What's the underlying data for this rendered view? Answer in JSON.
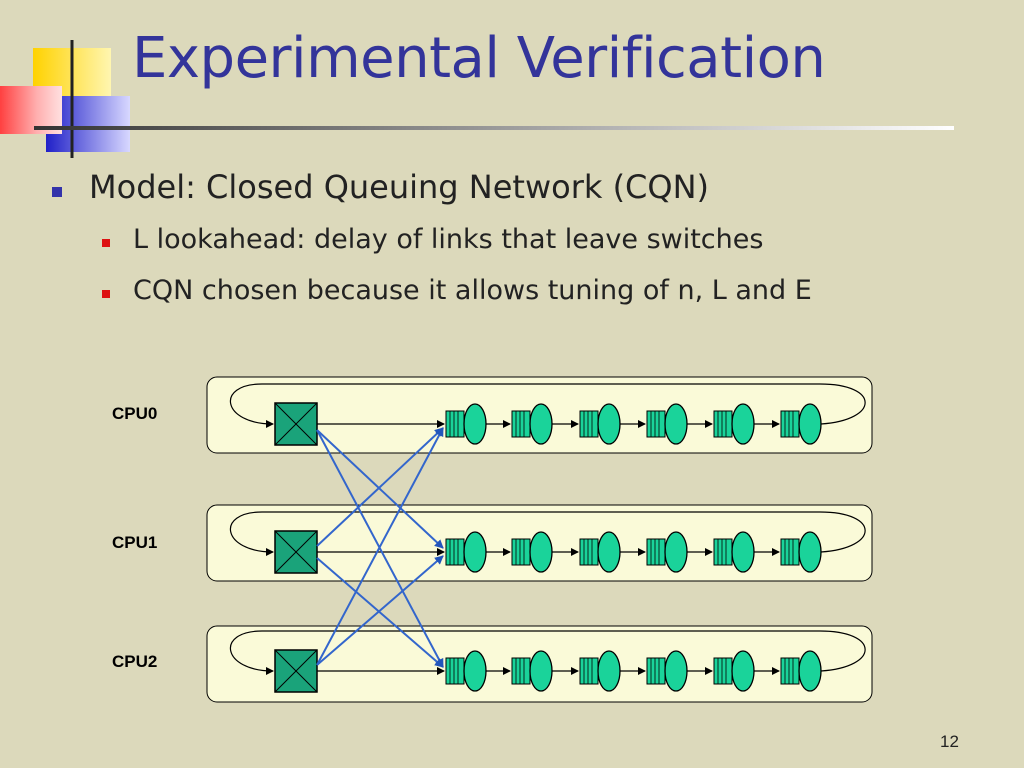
{
  "slide": {
    "title": "Experimental Verification",
    "bullets": [
      {
        "text": "Model: Closed Queuing Network (CQN)",
        "children": [
          {
            "text": "L lookahead: delay of links that leave switches"
          },
          {
            "text": "CQN chosen because it allows tuning of n, L and E"
          }
        ]
      }
    ],
    "page_number": "12"
  },
  "diagram": {
    "rows": [
      {
        "label": "CPU0",
        "queue_count": 6
      },
      {
        "label": "CPU1",
        "queue_count": 6
      },
      {
        "label": "CPU2",
        "queue_count": 6
      }
    ],
    "colors": {
      "row_fill": "#fafad8",
      "switch_fill": "#1aa37a",
      "queue_fill": "#1ad39a",
      "cross_link": "#3366cc",
      "title": "#33349a"
    }
  }
}
